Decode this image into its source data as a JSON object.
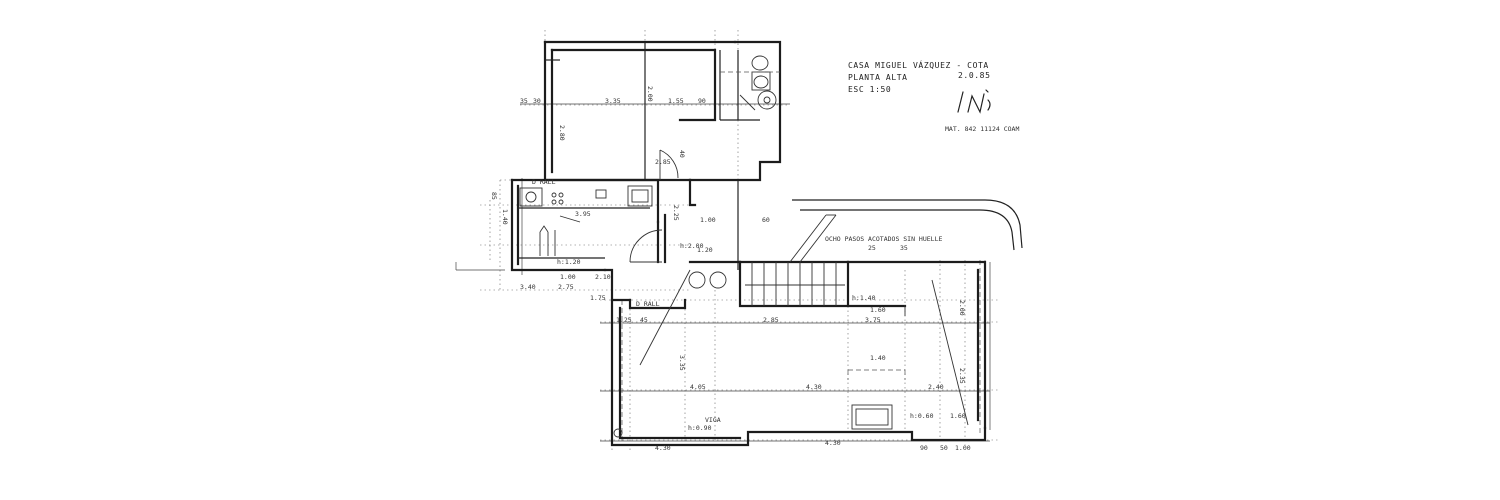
{
  "title_block": {
    "line1": "CASA MIGUEL VÁZQUEZ - COTA",
    "line2": "PLANTA ALTA",
    "line3": "ESC 1:50",
    "date": "2.0.85",
    "registration": "MAT. 842 11124 COAM"
  },
  "annotations": {
    "stairs_note": "OCHO PASOS ACOTADOS SIN HUELLE",
    "beam": "VIGA",
    "closet": "D RALL",
    "closet2": "D RALL"
  },
  "dimensions": [
    {
      "id": "d1",
      "text": "3.35"
    },
    {
      "id": "d2",
      "text": "2.00"
    },
    {
      "id": "d3",
      "text": "2.80"
    },
    {
      "id": "d4",
      "text": "1.55"
    },
    {
      "id": "d5",
      "text": "90"
    },
    {
      "id": "d6",
      "text": "3.95"
    },
    {
      "id": "d7",
      "text": "4.05"
    },
    {
      "id": "d8",
      "text": "4.30"
    },
    {
      "id": "d9",
      "text": "2.40"
    },
    {
      "id": "d10",
      "text": "4.30"
    },
    {
      "id": "d11",
      "text": "4.30"
    },
    {
      "id": "d12",
      "text": "2.85"
    },
    {
      "id": "d13",
      "text": "3.75"
    },
    {
      "id": "d14",
      "text": "1.40"
    },
    {
      "id": "d15",
      "text": "2.00"
    },
    {
      "id": "d16",
      "text": "2.35"
    },
    {
      "id": "d17",
      "text": "1.00"
    },
    {
      "id": "d18",
      "text": "3.35"
    },
    {
      "id": "d19",
      "text": "2.25"
    },
    {
      "id": "d20",
      "text": "1.20"
    },
    {
      "id": "d21",
      "text": "2.10"
    },
    {
      "id": "d22",
      "text": "1.00"
    },
    {
      "id": "d23",
      "text": "3.40"
    },
    {
      "id": "d24",
      "text": "2.75"
    },
    {
      "id": "d25",
      "text": "1.75"
    },
    {
      "id": "d26",
      "text": "1.60"
    },
    {
      "id": "d27",
      "text": "h:2.00"
    },
    {
      "id": "d28",
      "text": "h:1.20"
    },
    {
      "id": "d29",
      "text": "h:1.40"
    },
    {
      "id": "d30",
      "text": "h:0.90"
    },
    {
      "id": "d31",
      "text": "h:0.60"
    },
    {
      "id": "d32",
      "text": "1.60"
    },
    {
      "id": "d33",
      "text": "90"
    },
    {
      "id": "d34",
      "text": "50"
    },
    {
      "id": "d35",
      "text": "1.00"
    },
    {
      "id": "d36",
      "text": "35"
    },
    {
      "id": "d37",
      "text": "30"
    },
    {
      "id": "d38",
      "text": "85"
    },
    {
      "id": "d39",
      "text": "1.40"
    },
    {
      "id": "d40",
      "text": "25"
    },
    {
      "id": "d41",
      "text": "60"
    },
    {
      "id": "d42",
      "text": "40"
    },
    {
      "id": "d43",
      "text": "2.85"
    },
    {
      "id": "d44",
      "text": "35"
    },
    {
      "id": "d45",
      "text": "45"
    },
    {
      "id": "d46",
      "text": "1.25"
    }
  ]
}
